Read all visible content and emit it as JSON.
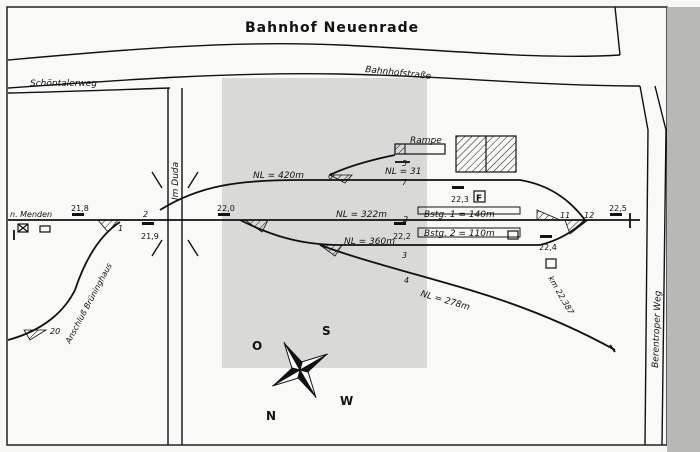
{
  "title": "Bahnhof  Neuenrade",
  "streets": {
    "schoentalerweg": "Schöntalerweg",
    "bahnhofstrasse": "Bahnhofstraße",
    "im_duda": "Im Duda",
    "berentroper_weg": "Berentroper Weg"
  },
  "directions": {
    "from_west": "n. Menden",
    "siding": "Anschluß Brüninghaus"
  },
  "buildings": {
    "rampe": "Rampe",
    "sign_f": "F"
  },
  "track_numbers": [
    "1",
    "2",
    "3",
    "4",
    "5",
    "6",
    "7",
    "11",
    "12",
    "20"
  ],
  "track_lengths": {
    "t7": "NL = 420m",
    "t5": "NL = 31",
    "t2": "NL = 322m",
    "t3": "NL = 360m",
    "t4": "NL = 278m"
  },
  "platforms": {
    "p1": "Bstg. 1 = 140m",
    "p2": "Bstg. 2 = 110m"
  },
  "kilometer_marks": [
    "21,8",
    "21,9",
    "22,0",
    "22,2",
    "22,3",
    "22,4",
    "22,5"
  ],
  "km_station": "km 22,387",
  "compass": {
    "o": "O",
    "s": "S",
    "w": "W",
    "n": "N"
  }
}
